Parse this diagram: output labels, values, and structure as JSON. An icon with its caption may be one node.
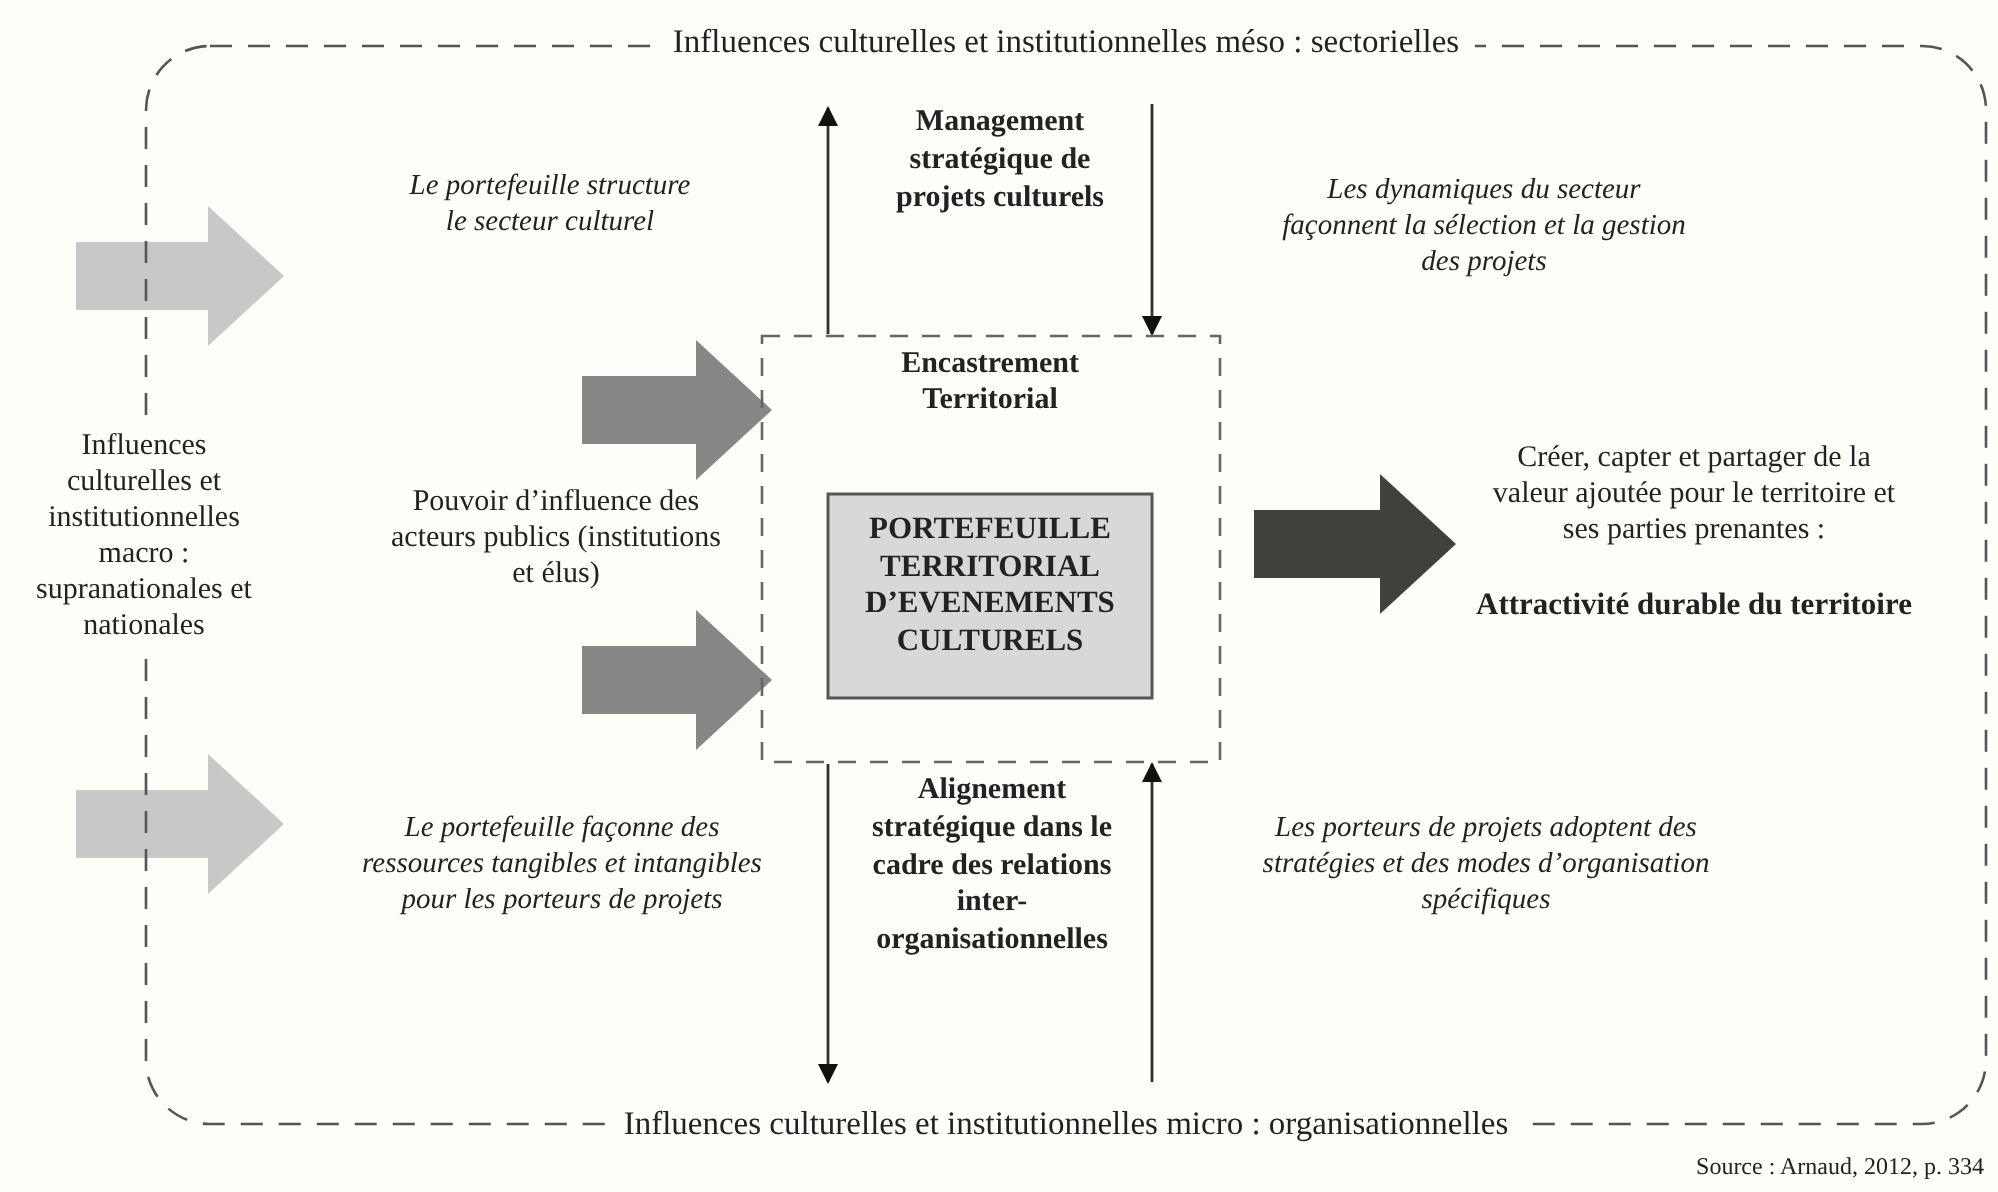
{
  "diagram": {
    "nodes": [
      {
        "text": [
          "Influences culturelles et institutionnelles méso : sectorielles",
          "Influences culturelles et institutionnelles micro : organisationnelles"
        ]
      },
      {
        "text": [
          "Encastrement Territorial"
        ],
        "in": 0
      },
      {
        "text": [
          "PORTEFEUILLE TERRITORIAL D’EVENEMENTS CULTURELS"
        ],
        "in": 1
      },
      {
        "text": [
          "Influences culturelles et institutionnelles macro : supranationales et nationales"
        ]
      },
      {
        "text": [
          "Pouvoir d’influence des acteurs publics (institutions et élus)"
        ],
        "in": 0
      },
      {
        "text": [
          "Créer, capter et partager de la valeur ajoutée pour le territoire et ses parties prenantes :",
          "Attractivité durable du territoire"
        ],
        "in": 0
      }
    ],
    "edges": [
      {
        "from": 4,
        "to": 1,
        "arrow": "to",
        "style": "thick",
        "color": "#878787"
      },
      {
        "from": 4,
        "to": 1,
        "arrow": "to",
        "style": "thick",
        "color": "#878787"
      },
      {
        "from": 1,
        "to": 5,
        "arrow": "to",
        "style": "thick",
        "color": "#40403c"
      },
      {
        "from": 1,
        "to": 0,
        "arrow": "to"
      },
      {
        "from": 0,
        "to": 1,
        "arrow": "to"
      },
      {
        "from": 1,
        "to": 0,
        "arrow": "to"
      },
      {
        "from": 0,
        "to": 1,
        "arrow": "to"
      }
    ],
    "labels": [
      "Management stratégique de projets culturels",
      "Le portefeuille structure le secteur culturel",
      "Les dynamiques du secteur façonnent la sélection et la gestion des projets",
      "Le portefeuille façonne des ressources tangibles et intangibles pour les porteurs de projets",
      "Alignement stratégique dans le cadre des relations inter-organisationnelles",
      "Les porteurs de projets adoptent des stratégies et des modes d’organisation spécifiques",
      "Source : Arnaud, 2012, p. 334"
    ]
  }
}
